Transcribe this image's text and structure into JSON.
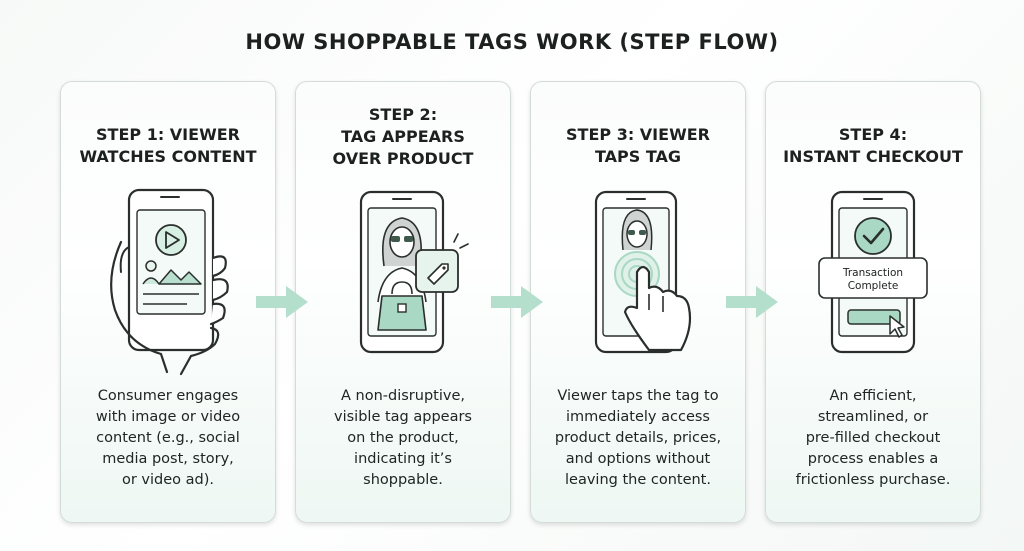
{
  "title": "HOW SHOPPABLE TAGS WORK (STEP FLOW)",
  "steps": [
    {
      "heading": "STEP 1: VIEWER\nWATCHES CONTENT",
      "description": "Consumer engages\nwith image or video\ncontent (e.g., social\nmedia post, story,\nor video ad)."
    },
    {
      "heading": "STEP 2:\nTAG APPEARS\nOVER PRODUCT",
      "description": "A non-disruptive,\nvisible tag appears\non the product,\nindicating it’s\nshoppable."
    },
    {
      "heading": "STEP 3: VIEWER\nTAPS TAG",
      "description": "Viewer taps the tag to\nimmediately access\nproduct details, prices,\nand options without\nleaving the content."
    },
    {
      "heading": "STEP 4:\nINSTANT CHECKOUT",
      "description": "An efficient,\nstreamlined, or\npre-filled checkout\nprocess enables a\nfrictionless purchase.",
      "popup_line1": "Transaction",
      "popup_line2": "Complete"
    }
  ],
  "icons": [
    "phone-video-icon",
    "phone-tag-icon",
    "phone-tap-icon",
    "phone-checkout-icon",
    "arrow-right-icon"
  ],
  "colors": {
    "accent": "#a9d8c4",
    "accent_dark": "#3f7d62",
    "line": "#2a2f2d"
  }
}
